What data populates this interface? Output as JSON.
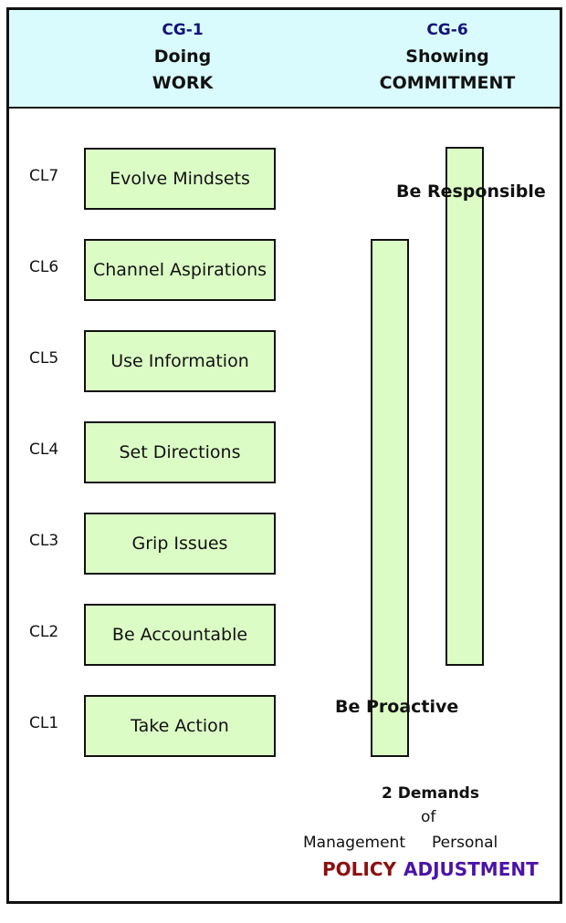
{
  "header": {
    "left": {
      "code": "CG-1",
      "line1": "Doing",
      "line2": "WORK"
    },
    "right": {
      "code": "CG-6",
      "line1": "Showing",
      "line2": "COMMITMENT"
    }
  },
  "levels": [
    {
      "code": "CL7",
      "label": "Evolve Mindsets"
    },
    {
      "code": "CL6",
      "label": "Channel Aspirations"
    },
    {
      "code": "CL5",
      "label": "Use Information"
    },
    {
      "code": "CL4",
      "label": "Set Directions"
    },
    {
      "code": "CL3",
      "label": "Grip Issues"
    },
    {
      "code": "CL2",
      "label": "Be Accountable"
    },
    {
      "code": "CL1",
      "label": "Take Action"
    }
  ],
  "bars": {
    "responsible": "Be Responsible",
    "proactive": "Be Proactive"
  },
  "demands": {
    "title": "2 Demands",
    "of": "of",
    "management": "Management",
    "personal": "Personal",
    "policy": "POLICY",
    "adjustment": "ADJUSTMENT"
  },
  "colors": {
    "header_bg": "#d9fbfd",
    "box_fill": "#dcfcc6",
    "code_blue": "#13137a",
    "policy_red": "#8b1010",
    "adjustment_purple": "#4b14a8"
  }
}
